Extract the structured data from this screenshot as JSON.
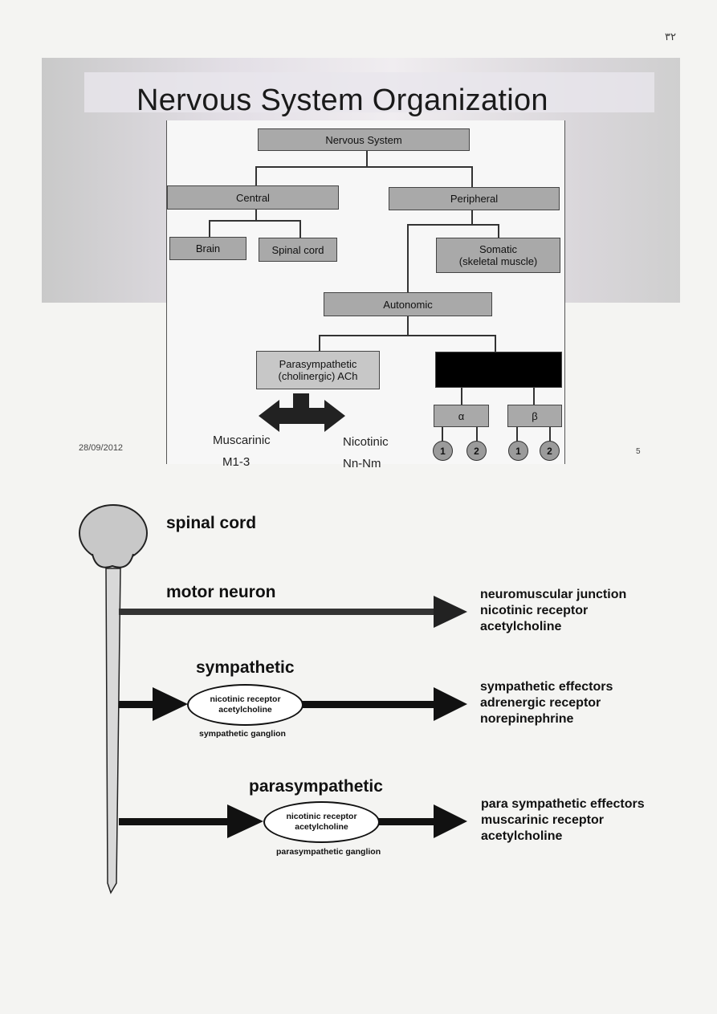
{
  "page_number": "٣٢",
  "slide": {
    "title": "Nervous System Organization",
    "date": "28/09/2012",
    "slide_number": "5",
    "nodes": {
      "nervous_system": "Nervous System",
      "central": "Central",
      "peripheral": "Peripheral",
      "brain": "Brain",
      "spinal_cord": "Spinal cord",
      "somatic_line1": "Somatic",
      "somatic_line2": "(skeletal muscle)",
      "autonomic": "Autonomic",
      "parasympathetic_line1": "Parasympathetic",
      "parasympathetic_line2": "(cholinergic) ACh",
      "alpha": "α",
      "beta": "β",
      "alpha_1": "1",
      "alpha_2": "2",
      "beta_1": "1",
      "beta_2": "2"
    },
    "receptors": {
      "muscarinic": "Muscarinic",
      "muscarinic_sub": "M1-3",
      "nicotinic": "Nicotinic",
      "nicotinic_sub": "Nn-Nm"
    }
  },
  "pathway": {
    "spinal_cord": "spinal cord",
    "motor_neuron": {
      "title": "motor neuron",
      "targets": [
        "neuromuscular junction",
        "nicotinic receptor",
        "acetylcholine"
      ]
    },
    "sympathetic": {
      "title": "sympathetic",
      "ganglion_line1": "nicotinic receptor",
      "ganglion_line2": "acetylcholine",
      "ganglion_label": "sympathetic ganglion",
      "targets": [
        "sympathetic effectors",
        "adrenergic receptor",
        "norepinephrine"
      ]
    },
    "parasympathetic": {
      "title": "parasympathetic",
      "ganglion_line1": "nicotinic receptor",
      "ganglion_line2": "acetylcholine",
      "ganglion_label": "parasympathetic ganglion",
      "targets": [
        "para sympathetic effectors",
        "muscarinic receptor",
        "acetylcholine"
      ]
    }
  }
}
